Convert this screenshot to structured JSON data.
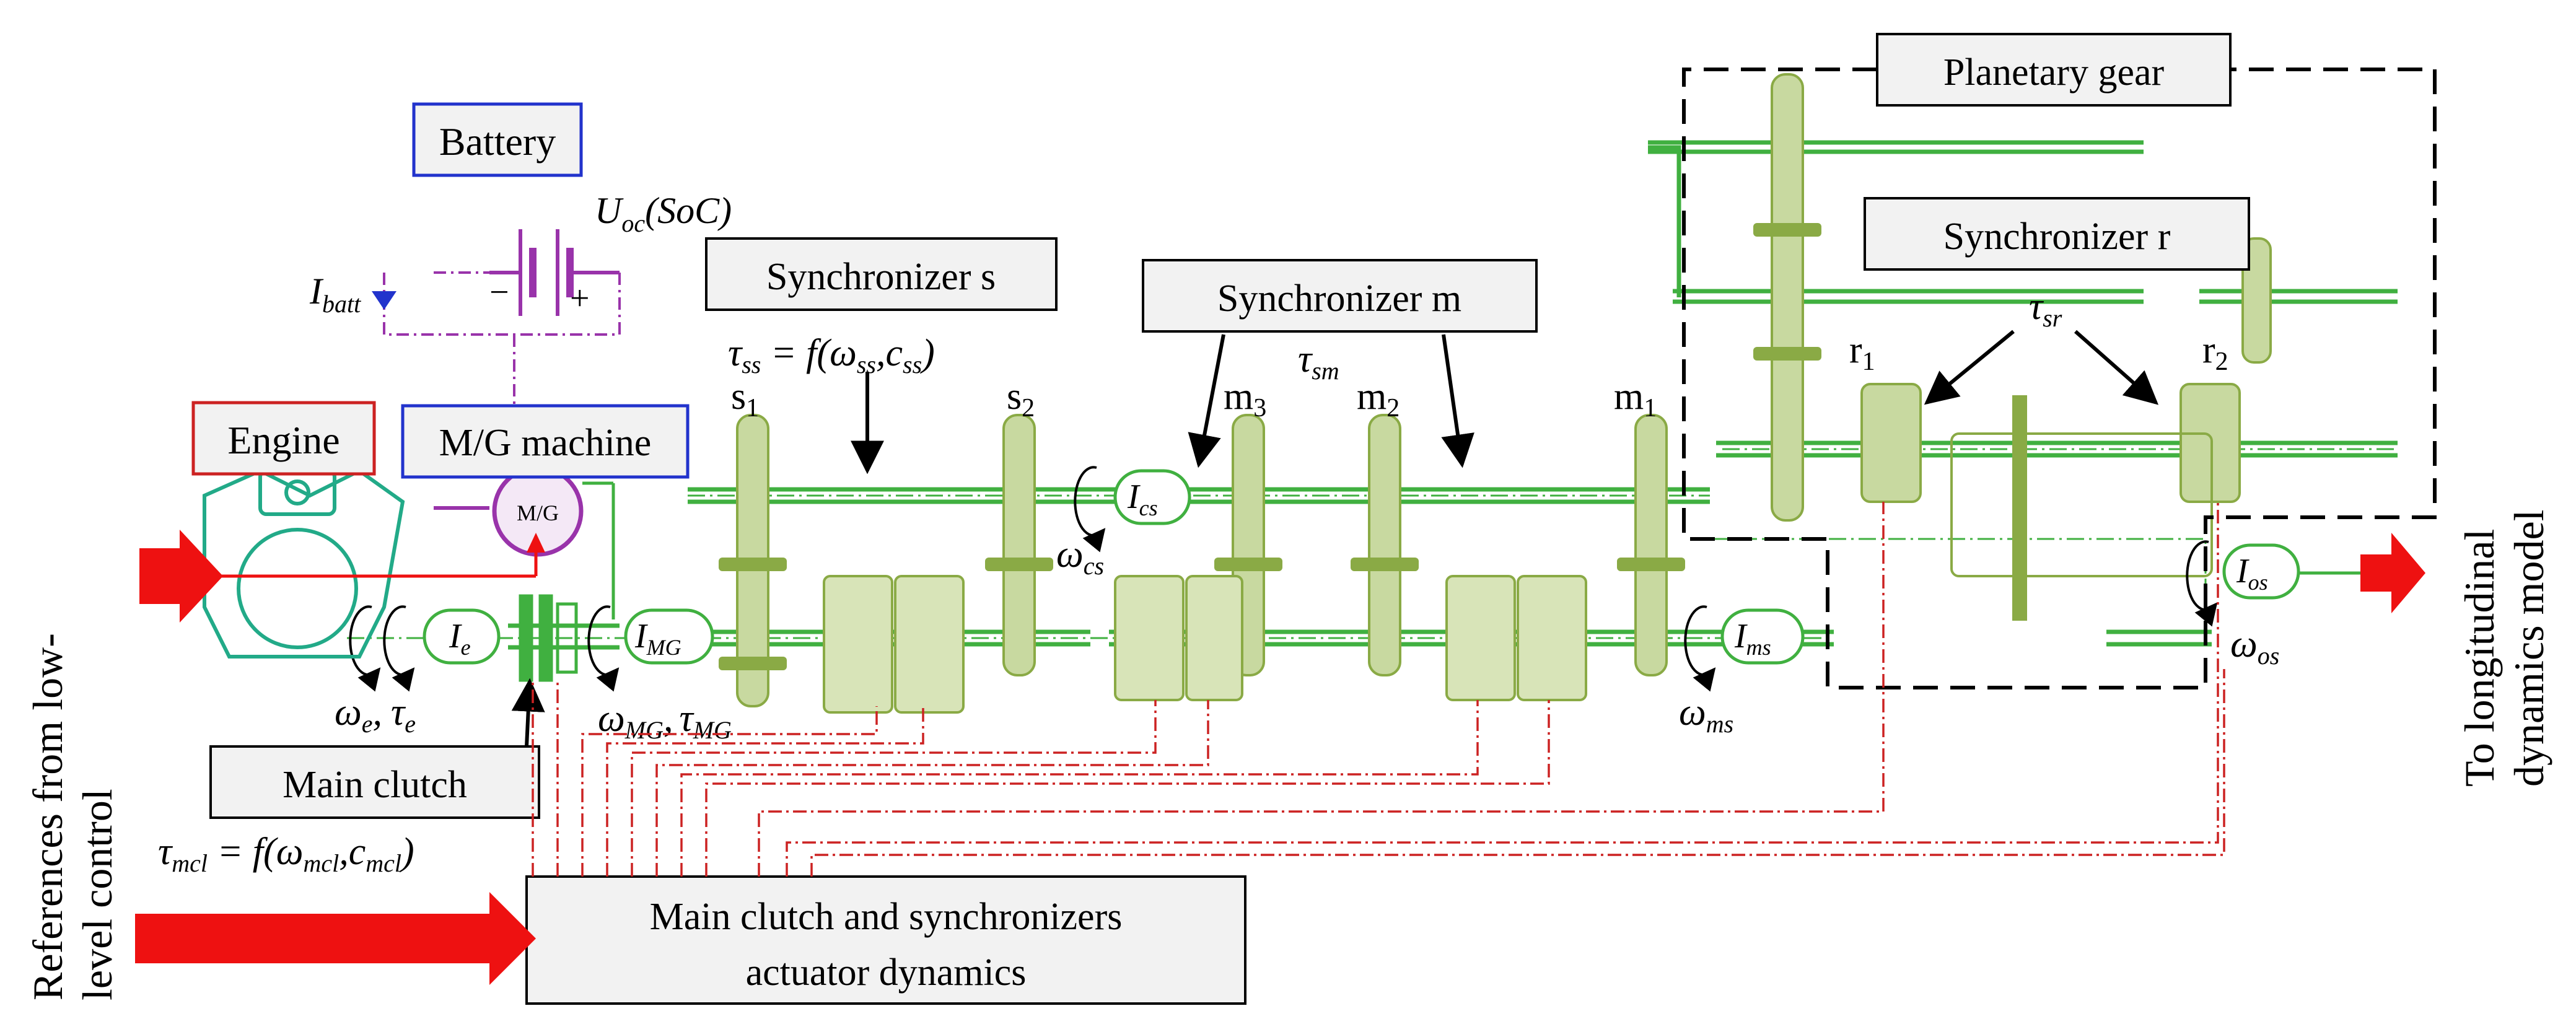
{
  "boxes": {
    "battery": "Battery",
    "engine": "Engine",
    "mg_machine": "M/G machine",
    "main_clutch": "Main clutch",
    "sync_s": "Synchronizer s",
    "sync_m": "Synchronizer m",
    "sync_r": "Synchronizer r",
    "planetary": "Planetary gear",
    "actuator_line1": "Main clutch and synchronizers",
    "actuator_line2": "actuator dynamics"
  },
  "side_labels": {
    "left_line1": "References from low-",
    "left_line2": "level control",
    "right_line1": "To longitudinal",
    "right_line2": "dynamics model"
  },
  "symbols": {
    "uoc": "U",
    "uoc_sub": "oc",
    "uoc_arg": "(SoC)",
    "ibatt": "I",
    "ibatt_sub": "batt",
    "mg_small": "M/G",
    "minus": "−",
    "plus": "+",
    "tau": "τ",
    "omega": "ω",
    "I": "I",
    "s1": "s",
    "s1_sub": "1",
    "s2": "s",
    "s2_sub": "2",
    "m1": "m",
    "m1_sub": "1",
    "m2": "m",
    "m2_sub": "2",
    "m3": "m",
    "m3_sub": "3",
    "r1": "r",
    "r1_sub": "1",
    "r2": "r",
    "r2_sub": "2",
    "tau_ss_sub": "ss",
    "f_ss": " = f(",
    "f_ss_w_sub": "ss",
    "f_ss_c": ",c",
    "f_ss_c_sub": "ss",
    "close": ")",
    "tau_sm_sub": "sm",
    "tau_sr_sub": "sr",
    "Ie_sub": "e",
    "IMG_sub": "MG",
    "Ics_sub": "cs",
    "Ims_sub": "ms",
    "Ios_sub": "os",
    "we_sub": "e",
    "te_sub": "e",
    "comma": ",",
    "wMG_sub": "MG",
    "tMG_sub": "MG",
    "wcs_sub": "cs",
    "wms_sub": "ms",
    "wos_sub": "os",
    "tau_mcl_sub": "mcl",
    "f_mcl": " = f(",
    "w_mcl_sub": "mcl",
    "c_mcl": ",c",
    "c_mcl_sub": "mcl"
  },
  "colors": {
    "gear_green": "#8aaa45",
    "shaft_green": "#40b040",
    "signal_red": "#cc2222",
    "arrow_red": "#ee1111",
    "box_blue": "#2233cc",
    "box_red": "#cc2222",
    "electric_purple": "#9933aa",
    "engine_teal": "#22aa88"
  }
}
